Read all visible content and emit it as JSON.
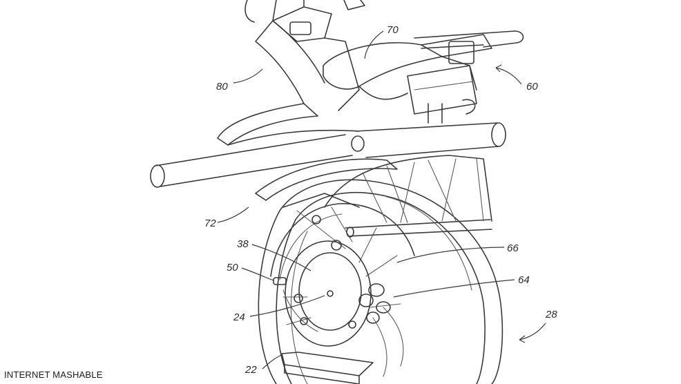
{
  "refs": {
    "r70": "70",
    "r80": "80",
    "r60": "60",
    "r72": "72",
    "r38": "38",
    "r66": "66",
    "r50": "50",
    "r64": "64",
    "r24": "24",
    "r28": "28",
    "r22": "22"
  },
  "watermark": "INTERNET MASHABLE",
  "colors": {
    "line": "#3a3a3a",
    "background": "#ffffff"
  }
}
